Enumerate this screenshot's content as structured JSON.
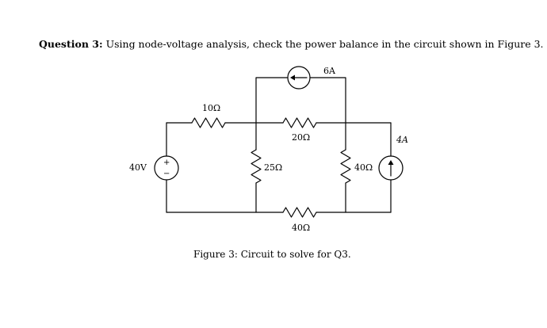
{
  "question": {
    "label": "Question 3:",
    "text": "Using node-voltage analysis, check the power balance in the circuit shown in Figure 3."
  },
  "figure": {
    "caption": "Figure 3: Circuit to solve for Q3.",
    "components": {
      "r10": "10Ω",
      "r20": "20Ω",
      "r25": "25Ω",
      "r40_mid": "40Ω",
      "r40_bottom": "40Ω",
      "vsrc": "40V",
      "vsrc_plus": "+",
      "vsrc_minus": "−",
      "isrc_top": "6A",
      "isrc_right": "4A"
    }
  }
}
